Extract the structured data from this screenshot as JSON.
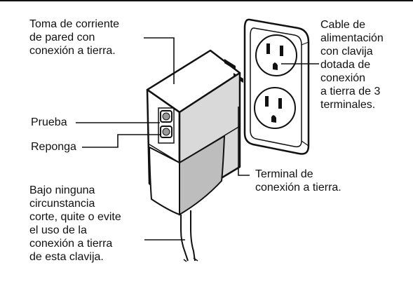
{
  "labels": {
    "wall_outlet": "Toma de corriente\nde pared con\nconexión a tierra.",
    "power_cord": "Cable de\nalimentación\ncon clavija\ndotada de\nconexión\na tierra de 3\nterminales.",
    "test": "Prueba",
    "reset": "Reponga",
    "ground_terminal": "Terminal de\nconexión a tierra.",
    "warning": "Bajo ninguna\ncircunstancia\ncorte, quite o evite\nel uso de la\nconexión a tierra\nde esta clavija."
  },
  "colors": {
    "ink": "#111111",
    "background": "#ffffff",
    "shade": "#d9d9d9",
    "dark_shade": "#9a9a9a"
  }
}
